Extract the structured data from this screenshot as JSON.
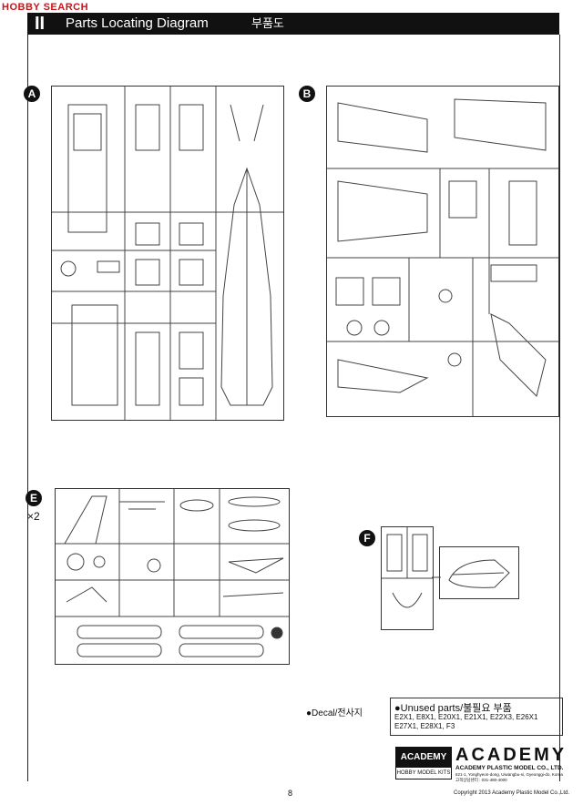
{
  "watermark": "HOBBY SEARCH",
  "header": {
    "step_number": "II",
    "title": "Parts Locating Diagram",
    "title_ko": "부품도"
  },
  "sprues": [
    {
      "letter": "A",
      "multiplier": ""
    },
    {
      "letter": "B",
      "multiplier": ""
    },
    {
      "letter": "E",
      "multiplier": "×2"
    },
    {
      "letter": "F",
      "multiplier": ""
    }
  ],
  "decal_label": "●Decal/전사지",
  "unused_parts": {
    "heading": "●Unused parts/불필요 부품",
    "list": "E2X1, E8X1, E20X1, E21X1, E22X3, E26X1 E27X1, E28X1, F3"
  },
  "brand": {
    "logo_top": "ACADEMY",
    "logo_bottom": "HOBBY MODEL KITS",
    "wordmark": "ACADEMY",
    "company": "ACADEMY PLASTIC MODEL CO., LTD.",
    "address": "621-1, Yonghyeon-dong, Uiwangbu-si, Gyeonggi-do, Korea  고객상담센터 : 031-480-4000"
  },
  "page_number": "8",
  "copyright": "Copyright 2013 Academy Plastic Model Co.,Ltd."
}
